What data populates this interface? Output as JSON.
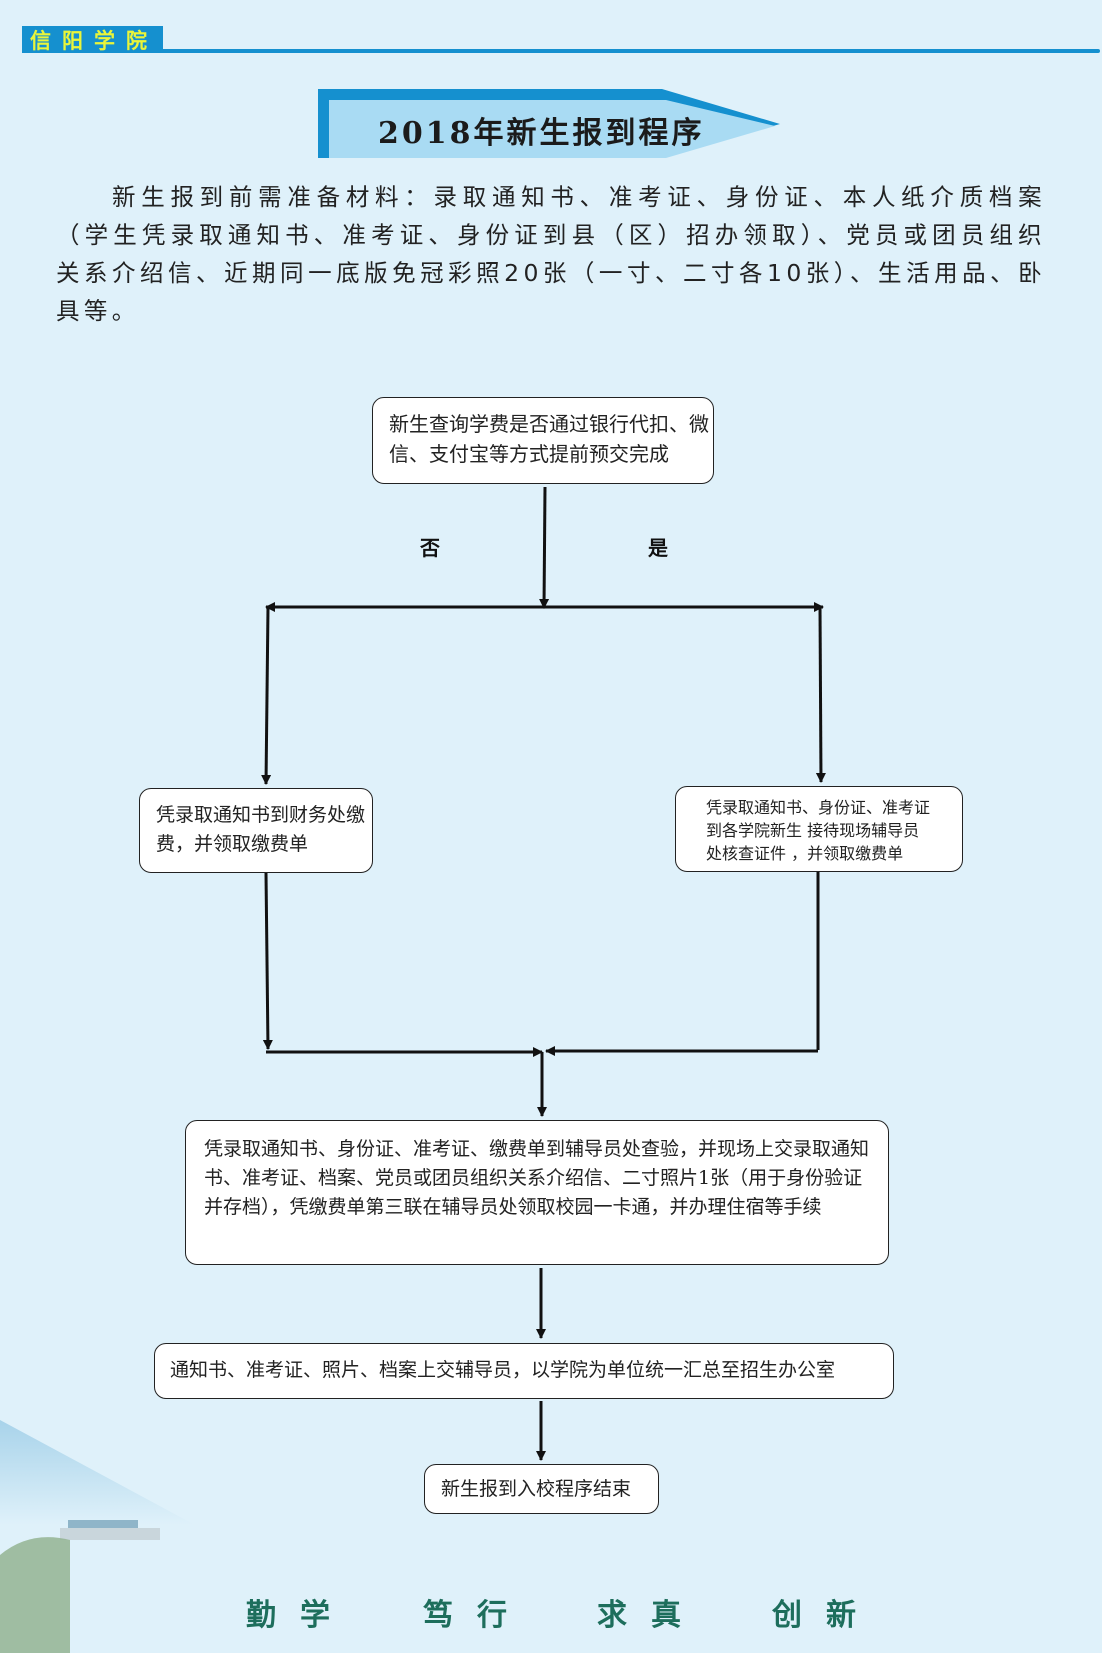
{
  "header": {
    "brand": "信阳学院"
  },
  "title": "2018年新生报到程序",
  "intro": "新生报到前需准备材料：录取通知书、准考证、身份证、本人纸介质档案（学生凭录取通知书、准考证、身份证到县（区）招办领取）、党员或团员组织关系介绍信、近期同一底版免冠彩照20张（一寸、二寸各10张）、生活用品、卧具等。",
  "flow": {
    "start": "新生查询学费是否通过银行代扣、微信、支付宝等方式提前预交完成",
    "branch_no_label": "否",
    "branch_yes_label": "是",
    "no_step": "凭录取通知书到财务处缴费，并领取缴费单",
    "yes_step_lines": [
      "凭录取通知书、身份证、准考证",
      "到各学院新生 接待现场辅导员",
      "处核查证件 ，并领取缴费单"
    ],
    "verify_step": "凭录取通知书、身份证、准考证、缴费单到辅导员处查验，并现场上交录取通知书、准考证、档案、党员或团员组织关系介绍信、二寸照片1张（用于身份验证并存档），凭缴费单第三联在辅导员处领取校园一卡通，并办理住宿等手续",
    "submit_step": "通知书、准考证、照片、档案上交辅导员，以学院为单位统一汇总至招生办公室",
    "end": "新生报到入校程序结束"
  },
  "motto": [
    "勤学",
    "笃行",
    "求真",
    "创新"
  ],
  "colors": {
    "background": "#dff1fa",
    "brand_blue": "#1590cf",
    "brand_text": "#e9f53a",
    "banner_light": "#a9dbf3",
    "motto_green": "#1d6e5c"
  }
}
